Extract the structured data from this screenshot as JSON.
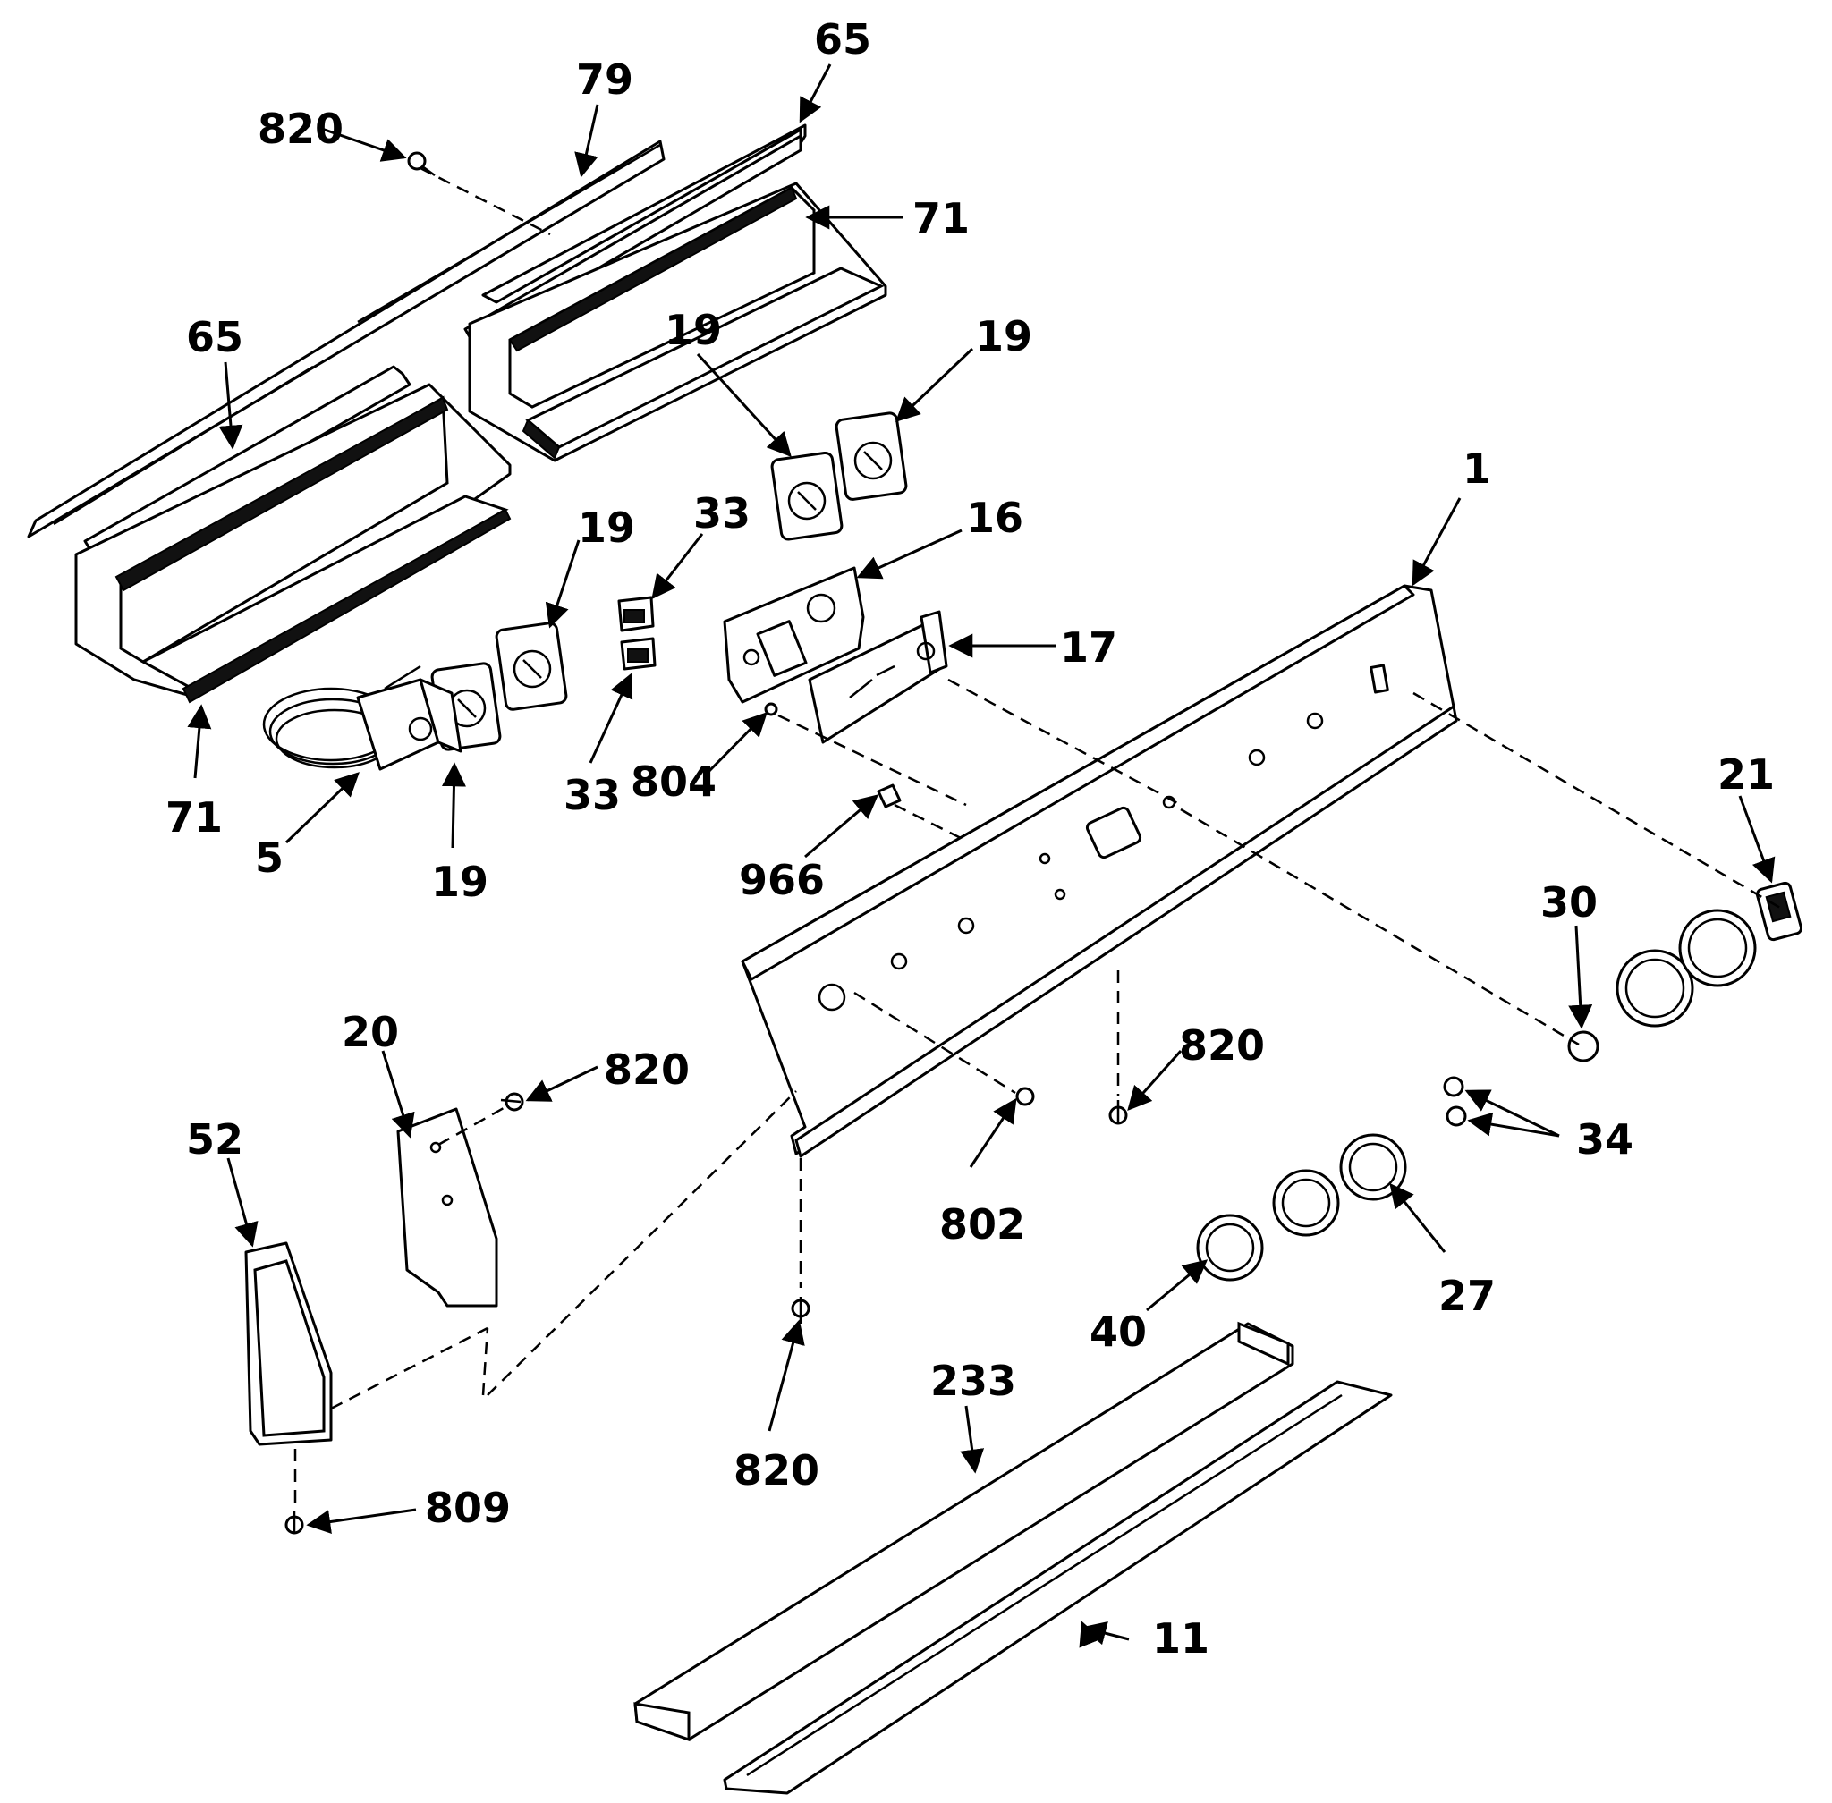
{
  "callouts": [
    {
      "id": "c1",
      "label": "820"
    },
    {
      "id": "c2",
      "label": "79"
    },
    {
      "id": "c3",
      "label": "65"
    },
    {
      "id": "c4",
      "label": "71"
    },
    {
      "id": "c5",
      "label": "65"
    },
    {
      "id": "c6",
      "label": "19"
    },
    {
      "id": "c7",
      "label": "19"
    },
    {
      "id": "c8",
      "label": "19"
    },
    {
      "id": "c9",
      "label": "33"
    },
    {
      "id": "c10",
      "label": "16"
    },
    {
      "id": "c11",
      "label": "1"
    },
    {
      "id": "c12",
      "label": "17"
    },
    {
      "id": "c13",
      "label": "71"
    },
    {
      "id": "c14",
      "label": "5"
    },
    {
      "id": "c15",
      "label": "19"
    },
    {
      "id": "c16",
      "label": "33"
    },
    {
      "id": "c17",
      "label": "804"
    },
    {
      "id": "c18",
      "label": "966"
    },
    {
      "id": "c19",
      "label": "21"
    },
    {
      "id": "c20",
      "label": "30"
    },
    {
      "id": "c21",
      "label": "20"
    },
    {
      "id": "c22",
      "label": "820"
    },
    {
      "id": "c23",
      "label": "52"
    },
    {
      "id": "c24",
      "label": "820"
    },
    {
      "id": "c25",
      "label": "802"
    },
    {
      "id": "c26",
      "label": "34"
    },
    {
      "id": "c27",
      "label": "27"
    },
    {
      "id": "c28",
      "label": "40"
    },
    {
      "id": "c29",
      "label": "233"
    },
    {
      "id": "c30",
      "label": "820"
    },
    {
      "id": "c31",
      "label": "809"
    },
    {
      "id": "c32",
      "label": "11"
    }
  ]
}
